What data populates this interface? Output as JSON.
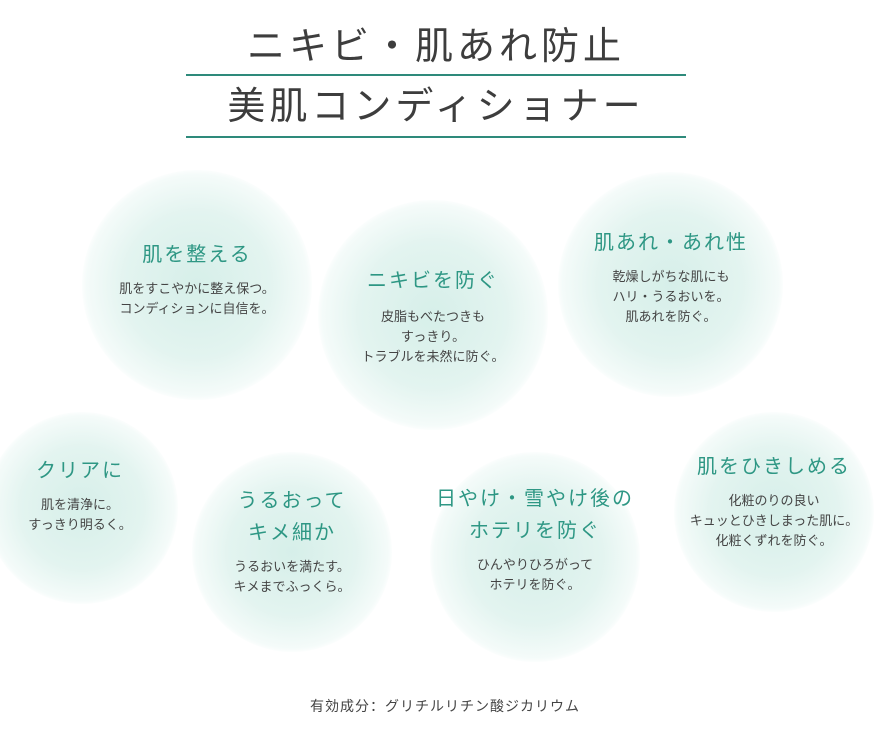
{
  "title": {
    "line1": "ニキビ・肌あれ防止",
    "line2": "美肌コンディショナー"
  },
  "features": [
    {
      "heading": [
        "肌を整える"
      ],
      "body": [
        "肌をすこやかに整え保つ。",
        "コンディションに自信を。"
      ]
    },
    {
      "heading": [
        "ニキビを防ぐ"
      ],
      "body": [
        "皮脂もべたつきも",
        "すっきり。",
        "トラブルを未然に防ぐ。"
      ]
    },
    {
      "heading": [
        "肌あれ・あれ性"
      ],
      "body": [
        "乾燥しがちな肌にも",
        "ハリ・うるおいを。",
        "肌あれを防ぐ。"
      ]
    },
    {
      "heading": [
        "クリアに"
      ],
      "body": [
        "肌を清浄に。",
        "すっきり明るく。"
      ]
    },
    {
      "heading": [
        "うるおって",
        "キメ細か"
      ],
      "body": [
        "うるおいを満たす。",
        "キメまでふっくら。"
      ]
    },
    {
      "heading": [
        "日やけ・雪やけ後の",
        "ホテリを防ぐ"
      ],
      "body": [
        "ひんやりひろがって",
        "ホテリを防ぐ。"
      ]
    },
    {
      "heading": [
        "肌をひきしめる"
      ],
      "body": [
        "化粧のりの良い",
        "キュッとひきしまった肌に。",
        "化粧くずれを防ぐ。"
      ]
    }
  ],
  "ingredient": "有効成分：グリチルリチン酸ジカリウム",
  "colors": {
    "accent": "#2e9784",
    "rule": "#2e8a7b",
    "text": "#444444",
    "circle": "#d8f0ea"
  }
}
